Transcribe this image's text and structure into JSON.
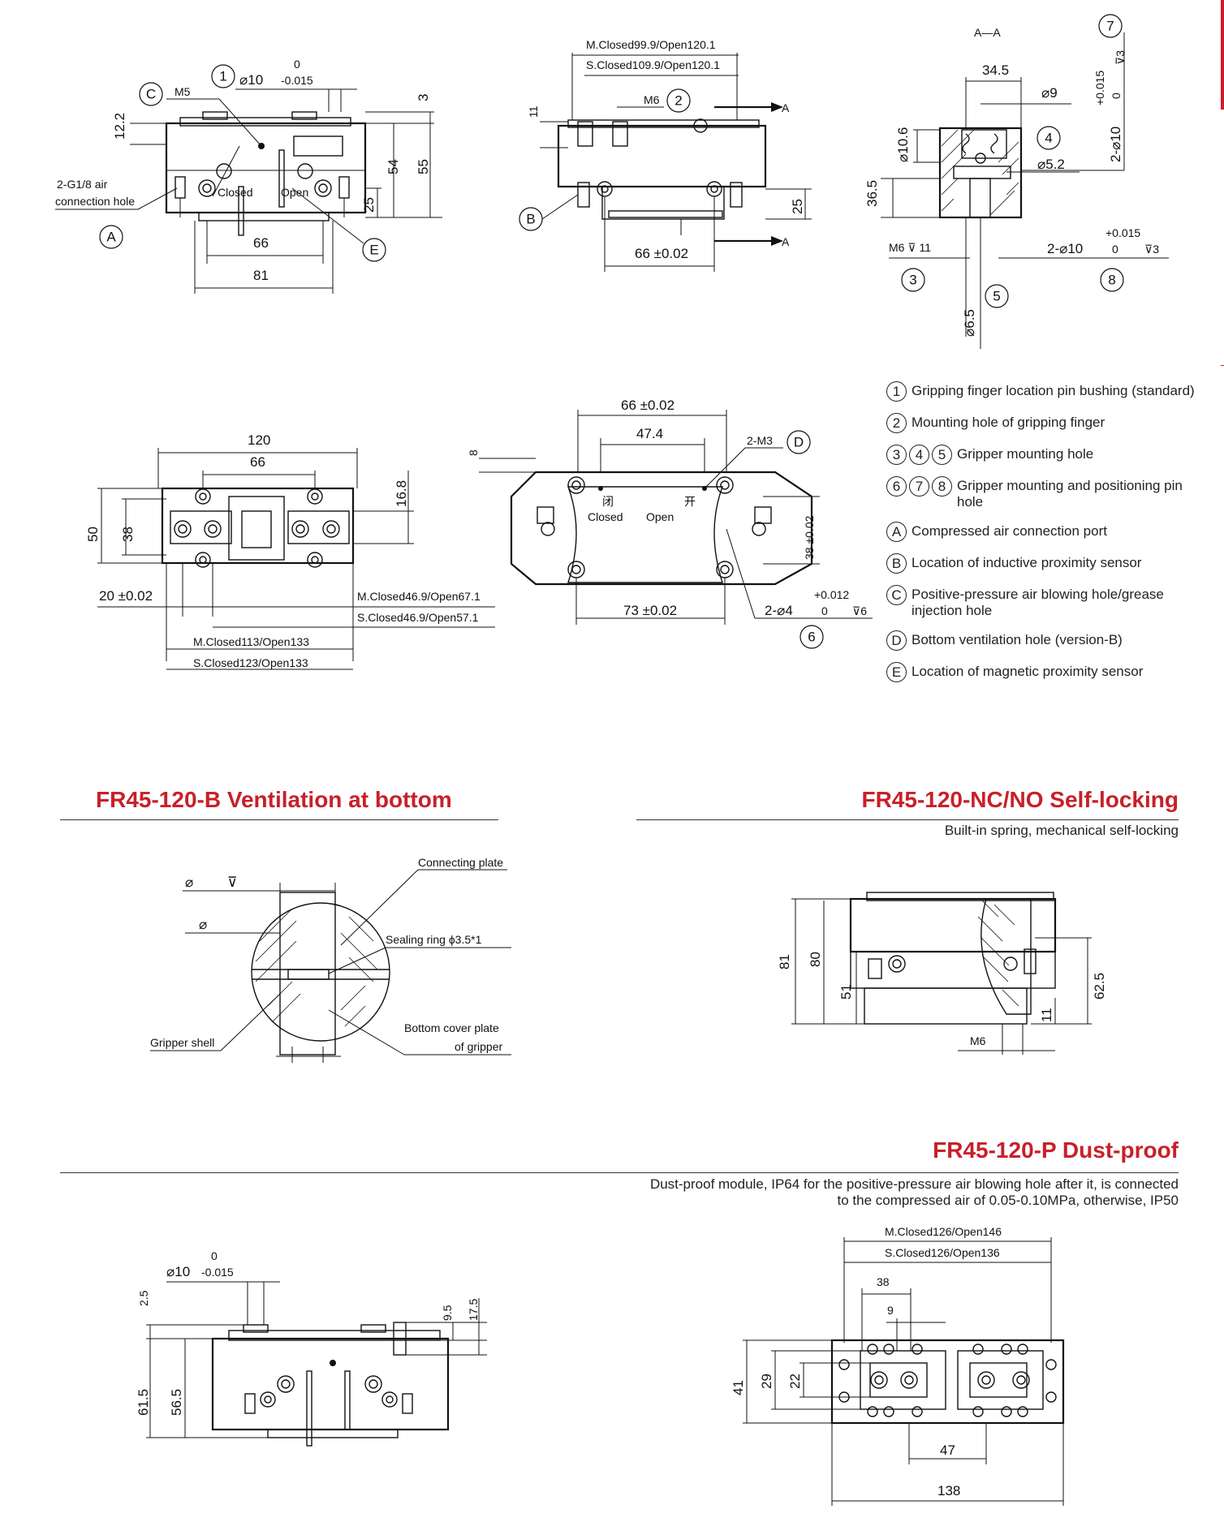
{
  "legend": [
    {
      "badges": [
        "1"
      ],
      "text": "Gripping finger location pin bushing (standard)"
    },
    {
      "badges": [
        "2"
      ],
      "text": "Mounting hole of gripping finger"
    },
    {
      "badges": [
        "3",
        "4",
        "5"
      ],
      "text": "Gripper mounting hole"
    },
    {
      "badges": [
        "6",
        "7",
        "8"
      ],
      "text": "Gripper mounting and positioning pin hole"
    },
    {
      "badges": [
        "A"
      ],
      "text": "Compressed air connection port"
    },
    {
      "badges": [
        "B"
      ],
      "text": "Location of inductive proximity sensor"
    },
    {
      "badges": [
        "C"
      ],
      "text": "Positive-pressure air blowing hole/grease injection hole"
    },
    {
      "badges": [
        "D"
      ],
      "text": "Bottom ventilation hole (version-B)"
    },
    {
      "badges": [
        "E"
      ],
      "text": "Location of magnetic proximity sensor"
    }
  ],
  "sections": {
    "ventilation": {
      "title": "FR45-120-B Ventilation at bottom"
    },
    "selflock": {
      "title": "FR45-120-NC/NO Self-locking",
      "subtitle": "Built-in spring, mechanical self-locking"
    },
    "dustproof": {
      "title": "FR45-120-P Dust-proof",
      "subtitle_1": "Dust-proof module, IP64 for the positive-pressure air blowing hole after it, is connected",
      "subtitle_2": "to the compressed air of 0.05-0.10MPa, otherwise, IP50"
    }
  },
  "drawing_labels": {
    "front_view": {
      "m5": "M5",
      "phi10": "⌀10",
      "tol_top": "0",
      "tol_bot": "-0.015",
      "air_hole": "2-G1/8 air",
      "air_hole_2": "connection hole",
      "closed": "Closed",
      "open": "Open",
      "d122": "12.2",
      "d3": "3",
      "d54": "54",
      "d55": "55",
      "d25": "25",
      "d66": "66",
      "d81": "81"
    },
    "side_view": {
      "m_stroke": "M.Closed99.9/Open120.1",
      "s_stroke": "S.Closed109.9/Open120.1",
      "m6": "M6",
      "section": "A",
      "d11": "11",
      "d25": "25",
      "d66": "66 ±0.02"
    },
    "section_aa": {
      "title": "A—A",
      "d345": "34.5",
      "phi9": "⌀9",
      "phi106": "⌀10.6",
      "phi52": "⌀5.2",
      "d365": "36.5",
      "m6_11": "M6 ⊽ 11",
      "pin_top": "2-⌀10",
      "pin_tol_hi": "+0.015",
      "pin_tol_lo": "0",
      "depth3": "⊽3",
      "pin_bot": "2-⌀10",
      "phi65": "⌀6.5"
    },
    "top_view": {
      "d120": "120",
      "d66": "66",
      "d168": "16.8",
      "d50": "50",
      "d38": "38",
      "d20": "20 ±0.02",
      "m_open": "M.Closed46.9/Open67.1",
      "s_open": "S.Closed46.9/Open57.1",
      "m_total": "M.Closed113/Open133",
      "s_total": "S.Closed123/Open133"
    },
    "bottom_view": {
      "d66": "66 ±0.02",
      "d474": "47.4",
      "m3": "2-M3",
      "d8": "8",
      "closed_cn": "闭",
      "open_cn": "开",
      "closed": "Closed",
      "open": "Open",
      "d38": "38 ±0.02",
      "d73": "73 ±0.02",
      "pin": "2-⌀4",
      "pin_tol_hi": "+0.012",
      "pin_tol_lo": "0",
      "depth": "⊽6"
    },
    "vent_detail": {
      "connecting_plate": "Connecting plate",
      "sealing_ring": "Sealing ring ϕ3.5*1",
      "gripper_shell": "Gripper shell",
      "bottom_cover": "Bottom cover plate",
      "bottom_cover_2": "of gripper",
      "phi": "⌀",
      "depth": "⊽"
    },
    "selflock_view": {
      "d81": "81",
      "d80": "80",
      "d51": "51",
      "d625": "62.5",
      "d11": "11",
      "m6": "M6"
    },
    "dust_front": {
      "phi10": "⌀10",
      "tol_top": "0",
      "tol_bot": "-0.015",
      "d25": "2.5",
      "d95": "9.5",
      "d175": "17.5",
      "d615": "61.5",
      "d565": "56.5"
    },
    "dust_top": {
      "m_stroke": "M.Closed126/Open146",
      "s_stroke": "S.Closed126/Open136",
      "d38": "38",
      "d9": "9",
      "d41": "41",
      "d29": "29",
      "d22": "22",
      "d47": "47",
      "d138": "138"
    }
  }
}
